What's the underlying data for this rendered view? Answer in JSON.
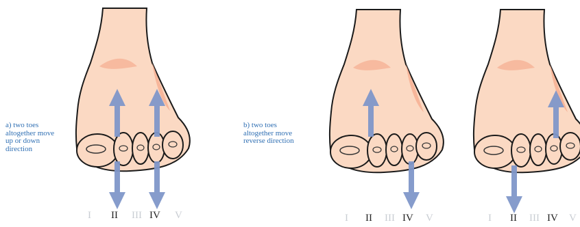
{
  "captions": {
    "a": [
      "a) two toes",
      "altogether move",
      "up or down",
      "direction"
    ],
    "b": [
      "b) two toes",
      "altogether move",
      "reverse direction"
    ]
  },
  "toe_labels": {
    "numerals": [
      "I",
      "II",
      "III",
      "IV",
      "V"
    ],
    "panel_a_highlight": [
      "II",
      "IV"
    ],
    "panel_b1_highlight": [
      "II",
      "IV"
    ],
    "panel_b2_highlight": [
      "II",
      "IV"
    ]
  },
  "arrows": {
    "panel_a": [
      {
        "toe": "II",
        "direction": "up-and-down"
      },
      {
        "toe": "IV",
        "direction": "up-and-down"
      }
    ],
    "panel_b1": [
      {
        "toe": "II",
        "direction": "up"
      },
      {
        "toe": "IV",
        "direction": "down"
      }
    ],
    "panel_b2": [
      {
        "toe": "II",
        "direction": "down"
      },
      {
        "toe": "IV",
        "direction": "up"
      }
    ]
  },
  "colors": {
    "skin": "#fbd9c3",
    "skin_shadow": "#f6b196",
    "outline": "#1a1a1a",
    "arrow": "#7f97c9",
    "caption": "#2f6fb3",
    "dim_numeral": "#c9cdd3"
  }
}
